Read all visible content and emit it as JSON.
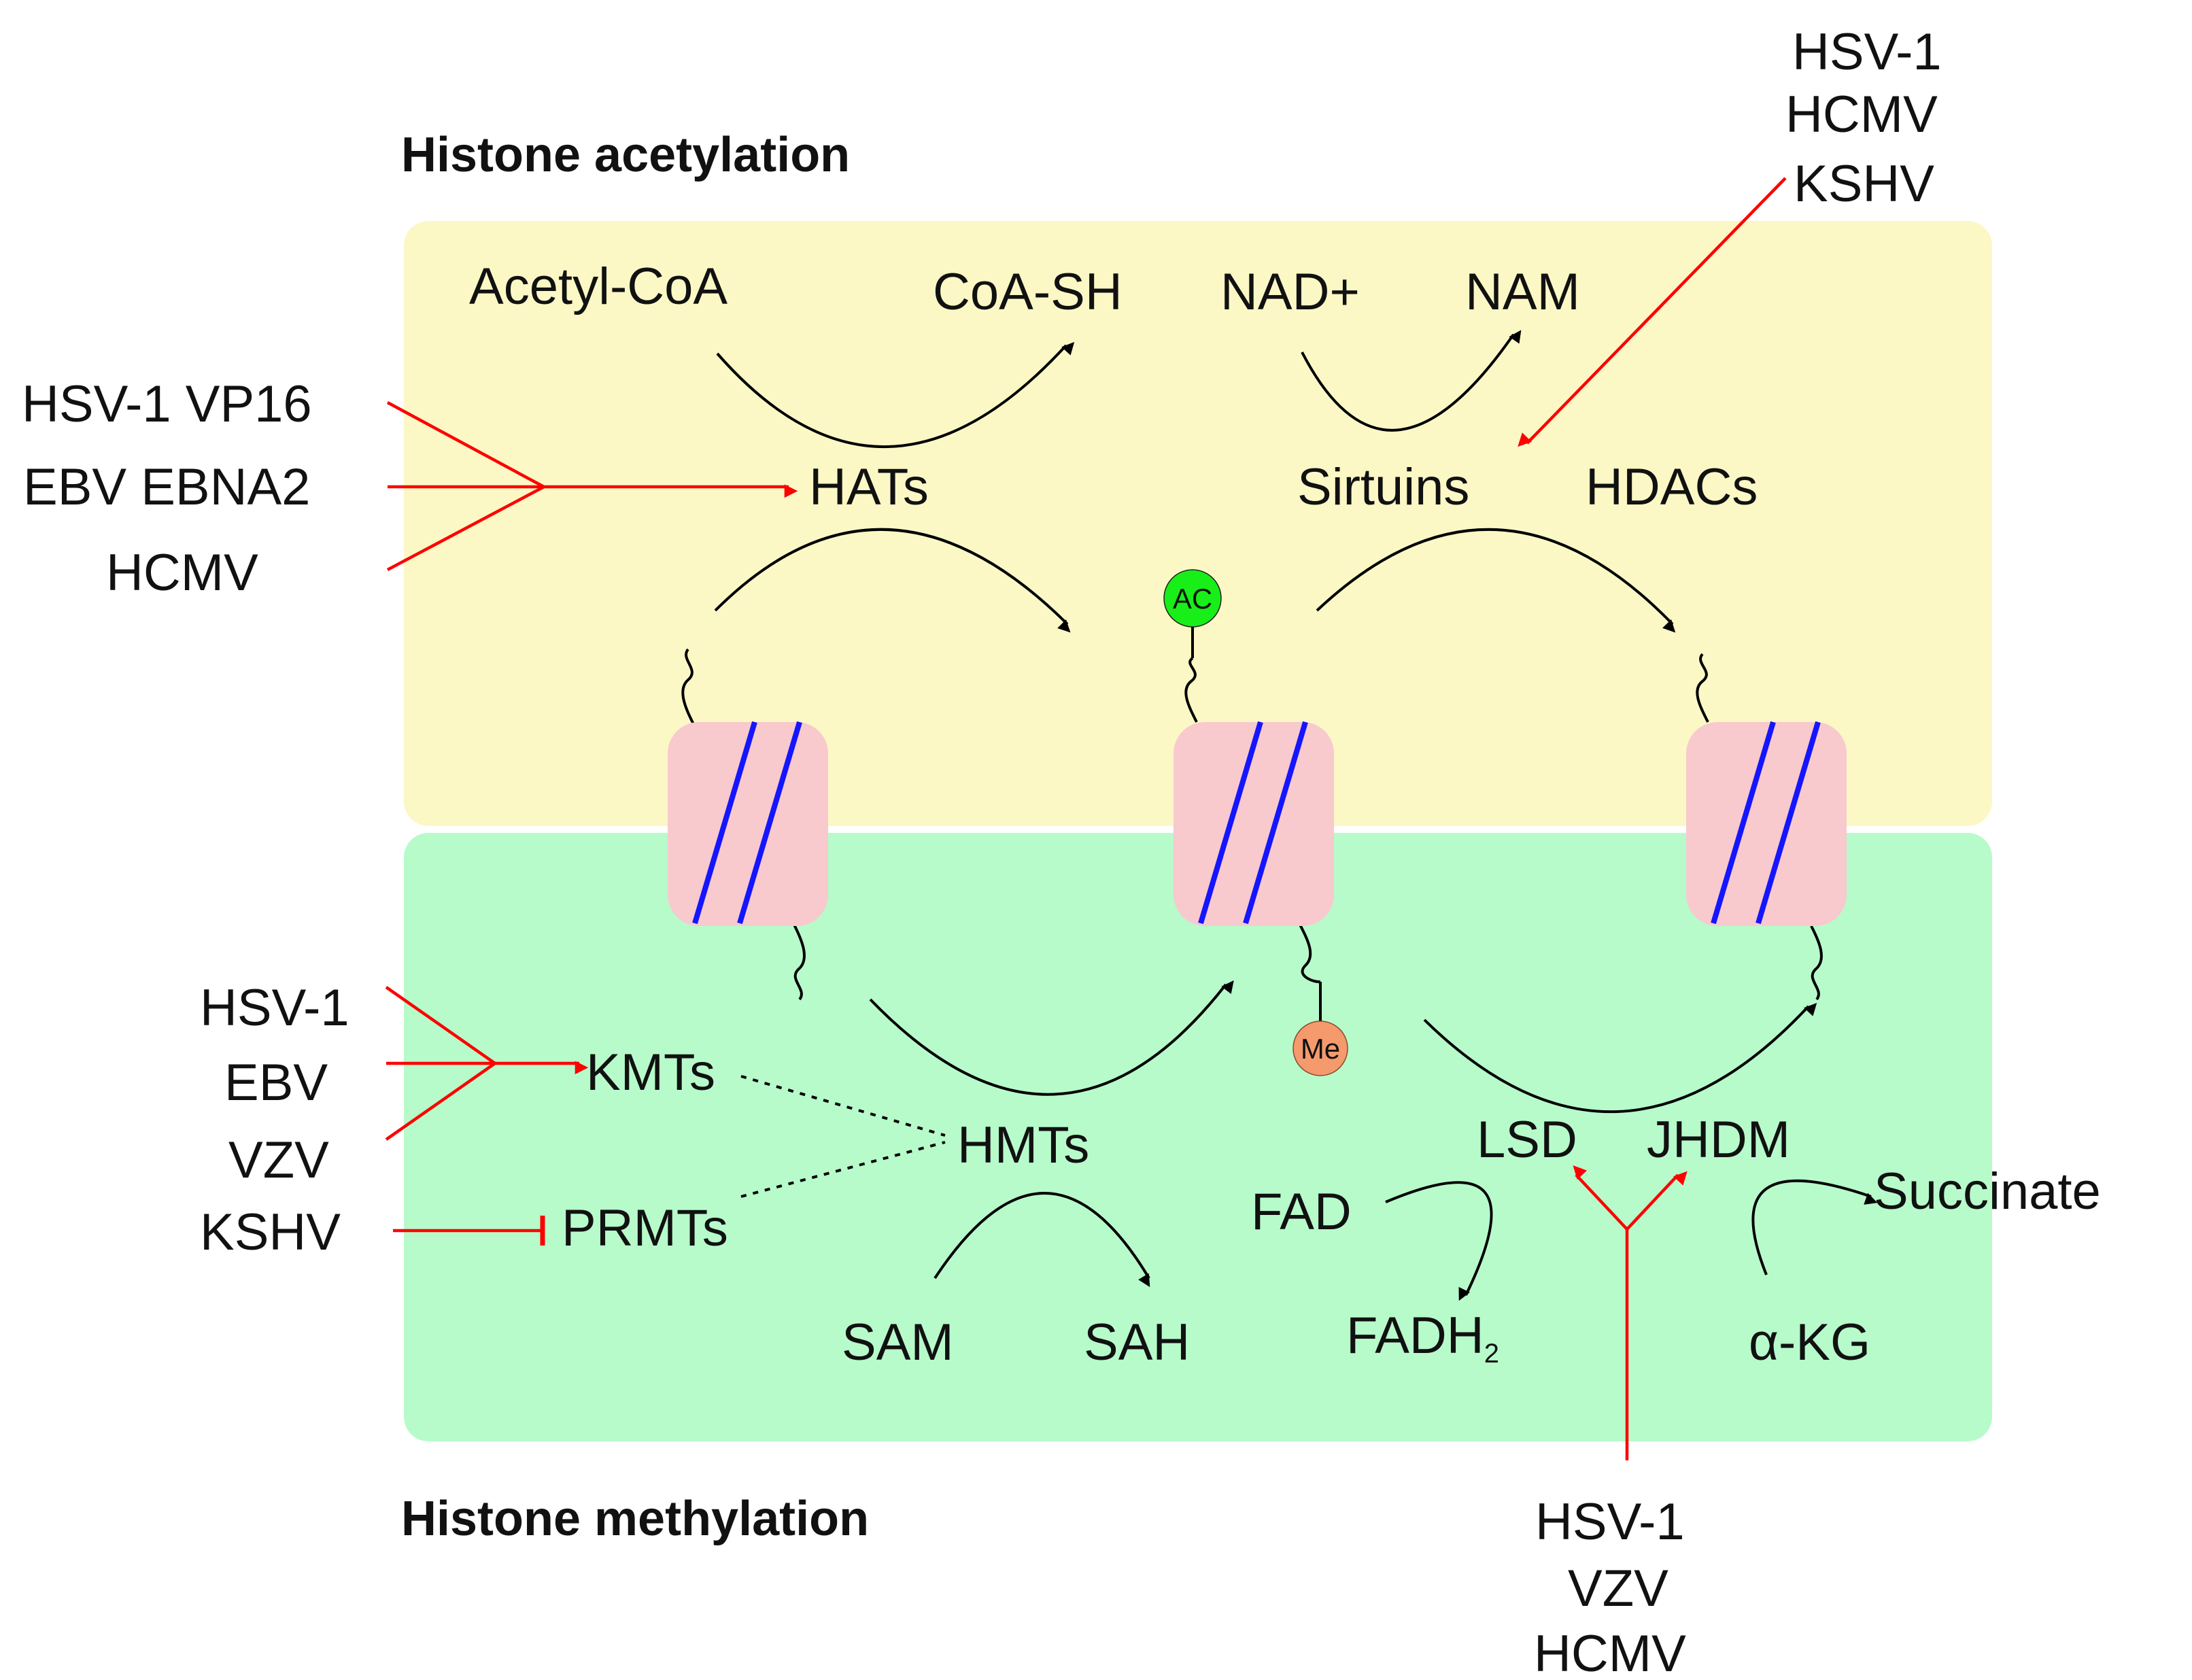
{
  "colors": {
    "acetylation_panel": "#fbf8c6",
    "methylation_panel": "#b7fbcb",
    "nucleosome": "#f8c9cd",
    "dna_stripe": "#1515ff",
    "acetyl_mark": "#18ee18",
    "methyl_mark": "#f59a6c",
    "viral_arrow": "#ff0000"
  },
  "titles": {
    "acetylation": "Histone acetylation",
    "methylation": "Histone methylation"
  },
  "acetylation": {
    "acetyl_coa": "Acetyl-CoA",
    "coa_sh": "CoA-SH",
    "nad": "NAD+",
    "nam": "NAM",
    "hats": "HATs",
    "sirtuins": "Sirtuins",
    "hdacs": "HDACs"
  },
  "methylation": {
    "kmts": "KMTs",
    "prmts": "PRMTs",
    "hmts": "HMTs",
    "sam": "SAM",
    "sah": "SAH",
    "lsd": "LSD",
    "jhdm": "JHDM",
    "fad": "FAD",
    "fadh_base": "FADH",
    "fadh_sub": "2",
    "succinate": "Succinate",
    "akg": "α-KG"
  },
  "marks": {
    "acetyl": "AC",
    "methyl": "Me"
  },
  "viruses": {
    "hats_regulators": [
      "HSV-1 VP16",
      "EBV EBNA2",
      "HCMV"
    ],
    "sirtuin_regulators": [
      "HSV-1",
      "HCMV",
      "KSHV"
    ],
    "kmt_regulators": [
      "HSV-1",
      "EBV",
      "VZV"
    ],
    "prmt_inhibitor": "KSHV",
    "demethylase_regulators": [
      "HSV-1",
      "VZV",
      "HCMV"
    ]
  }
}
